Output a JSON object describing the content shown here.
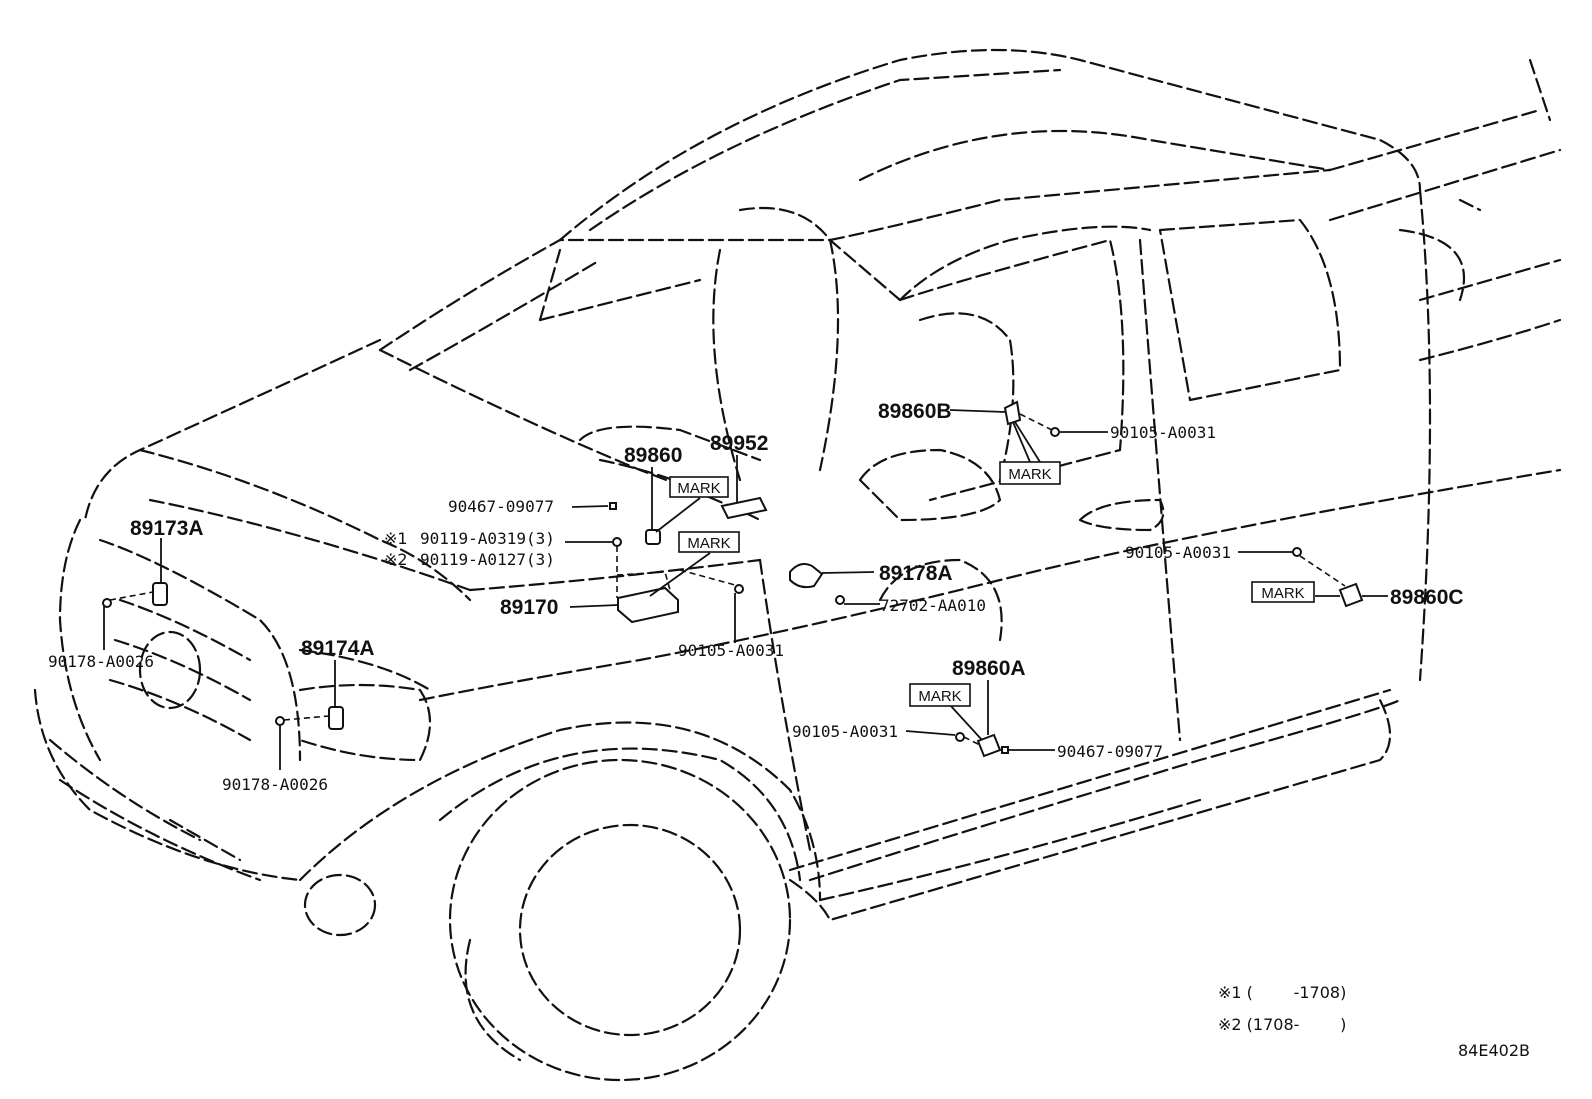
{
  "parts": {
    "p89860": "89860",
    "p89952": "89952",
    "p89860B": "89860B",
    "p89173A": "89173A",
    "p89174A": "89174A",
    "p89170": "89170",
    "p89178A": "89178A",
    "p89860A": "89860A",
    "p89860C": "89860C",
    "b90467_upper": "90467-09077",
    "b90119_a": "90119-A0319(3)",
    "b90119_b": "90119-A0127(3)",
    "b90105_upper_right": "90105-A0031",
    "b90105_center": "90105-A0031",
    "b90105_right": "90105-A0031",
    "b90105_lower": "90105-A0031",
    "b72702": "72702-AA010",
    "b90467_lower": "90467-09077",
    "b90178_left": "90178-A0026",
    "b90178_lower": "90178-A0026"
  },
  "marks": {
    "label": "MARK"
  },
  "notes": {
    "note1_prefix": "※1",
    "note2_prefix": "※2",
    "note1": "※1 (        -1708)",
    "note2": "※2 (1708-        )",
    "ref_code": "84E402B"
  }
}
